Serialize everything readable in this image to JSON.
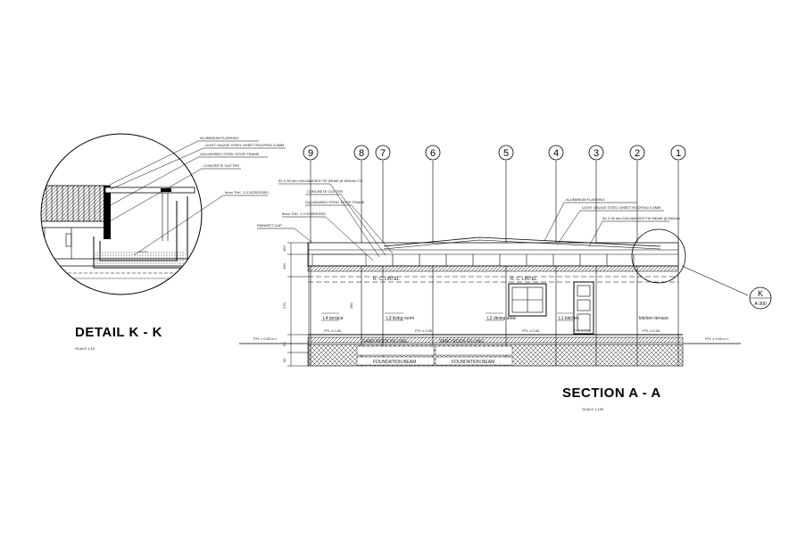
{
  "detail": {
    "title": "DETAIL K - K",
    "scale": "SCALE 1:10"
  },
  "section": {
    "title": "SECTION A - A",
    "scale": "SCALE 1:100"
  },
  "callout": {
    "letter": "K",
    "sheet": "A-300"
  },
  "grid_labels": [
    "9",
    "8",
    "7",
    "6",
    "5",
    "4",
    "3",
    "2",
    "1"
  ],
  "rooms": [
    {
      "id": "L4",
      "name": "terrace"
    },
    {
      "id": "L3",
      "name": "living room"
    },
    {
      "id": "L2",
      "name": "dining area"
    },
    {
      "id": "L1",
      "name": "kitchen"
    },
    {
      "id": "",
      "name": "kitchen terrace"
    }
  ],
  "foundation_labels": {
    "sand_fill_1": "SAND ROCK FILLING",
    "sand_fill_2": "SAND ROCK FILLING",
    "foundation_1": "FOUNDATION BEAM",
    "foundation_2": "FOUNDATION BEAM"
  },
  "beam_labels": {
    "left": "R. C. LINTEL",
    "right": "R. C. LINTEL"
  },
  "colors": {
    "line": "#000000",
    "background": "#ffffff"
  }
}
